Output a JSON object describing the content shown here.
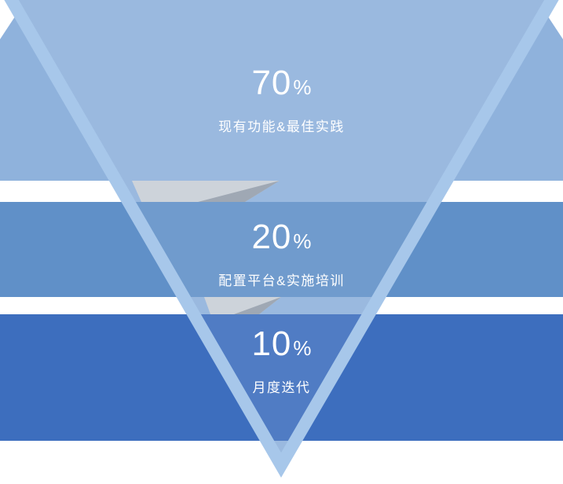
{
  "diagram": {
    "type": "inverted-funnel",
    "sections": [
      {
        "percent": "70",
        "unit": "%",
        "label": "现有功能&最佳实践"
      },
      {
        "percent": "20",
        "unit": "%",
        "label": "配置平台&实施培训"
      },
      {
        "percent": "10",
        "unit": "%",
        "label": "月度迭代"
      }
    ],
    "colors": {
      "top_band": "#8FB2DC",
      "middle_band": "#6090C8",
      "bottom_band": "#3D6EBE",
      "funnel_outline": "#A7C7EA",
      "ribbon_light": "#CDD3DA",
      "ribbon_dark": "#9FA8B4",
      "text": "#FFFFFF",
      "background": "#FFFFFF"
    }
  }
}
